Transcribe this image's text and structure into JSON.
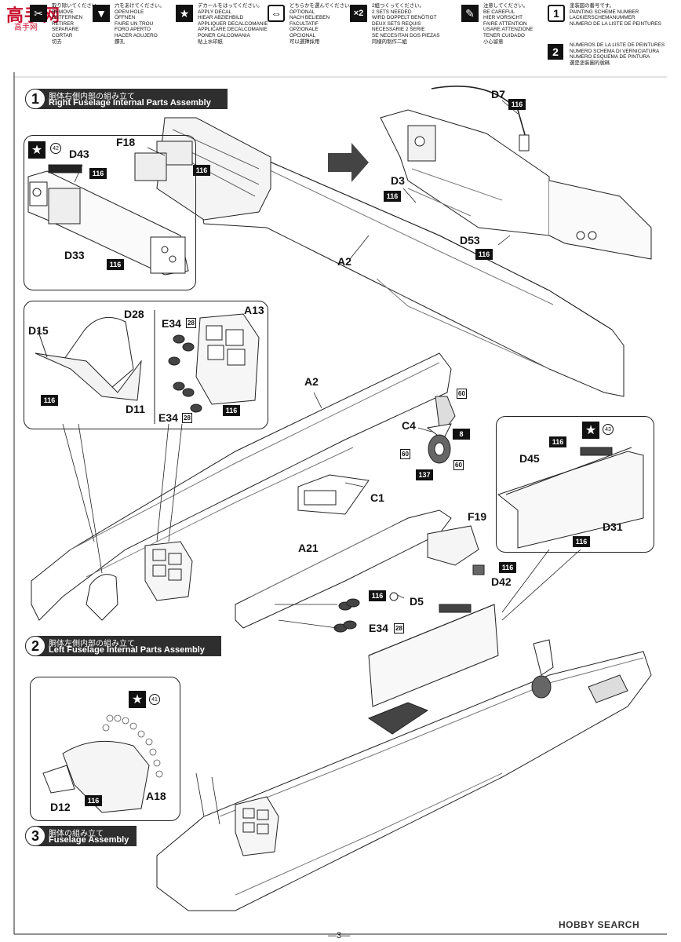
{
  "watermark": {
    "chars": "高手网",
    "sub": "高手网"
  },
  "legend": [
    {
      "icon": "scissors-icon",
      "glyph": "✂",
      "lines": [
        "取り除いてください。",
        "REMOVE",
        "ENTFERNEN",
        "RETIRER",
        "SEPARARE",
        "CORTAR",
        "切去"
      ]
    },
    {
      "icon": "drill-icon",
      "glyph": "▼",
      "lines": [
        "穴をあけてください。",
        "OPEN HOLE",
        "ÖFFNEN",
        "FAIRE UN TROU",
        "FORO APERTO",
        "HACER AGUJERO",
        "鑽孔"
      ]
    },
    {
      "icon": "star-icon",
      "glyph": "★",
      "lines": [
        "デカールをはってください。",
        "APPLY DECAL",
        "HIEAR ABZIEHBILD",
        "APPLIQUER DECALCOMANIE",
        "APPLICARE DECALCOMANIE",
        "PONER CALCOMANIA",
        "貼上水印紙"
      ]
    },
    {
      "icon": "choose-arrows-icon",
      "glyph": "⇔",
      "lines": [
        "どちらかを選んでください。",
        "OPTIONAL",
        "NACH BELIEBEN",
        "FACULTATIF",
        "OPZIONALE",
        "OPCIONAL",
        "可以選擇採用"
      ]
    },
    {
      "icon": "times-two-icon",
      "glyph": "×2",
      "lines": [
        "2組つくってください。",
        "2 SETS NEEDED",
        "WIRD DOPPELT BENÖTIGT",
        "DEUX SETS REQUIS",
        "NECESSARIE 2 SERIE",
        "SE NECESITAN DOS PIEZAS",
        "同樣的制作二組"
      ]
    },
    {
      "icon": "careful-pen-icon",
      "glyph": "✎",
      "lines": [
        "注意してください。",
        "BE CAREFUL",
        "HIER VORSICHT",
        "FAIRE ATTENTION",
        "USARE ATTENZIONE",
        "TENER CUIDADO",
        "小心留意"
      ]
    }
  ],
  "paint_legend": {
    "codes": [
      {
        "num": "1",
        "lines": [
          "塗装図の番号です。",
          "PAINTING SCHEME NUMBER",
          "LACKIERSCHEMANUMMER",
          "NUMERO DE LA LISTE DE PEINTURES"
        ]
      },
      {
        "num": "2",
        "lines": [
          "NUMEROS DE LA LISTE DE PEINTURES",
          "NUMERO SCHEMA DI VERNICIATURA",
          "NUMERO ESQUEMA DE PINTURA",
          "選是塗裝圖的號碼"
        ]
      }
    ]
  },
  "steps": [
    {
      "num": "1",
      "jp": "胴体右側内部の組み立て",
      "en": "Right Fuselage Internal Parts Assembly"
    },
    {
      "num": "2",
      "jp": "胴体左側内部の組み立て",
      "en": "Left Fuselage Internal Parts Assembly"
    },
    {
      "num": "3",
      "jp": "胴体の組み立て",
      "en": "Fuselage Assembly"
    }
  ],
  "parts": {
    "F18": "F18",
    "D43": "D43",
    "D33": "D33",
    "A2": "A2",
    "D7": "D7",
    "D3": "D3",
    "D53": "D53",
    "D28": "D28",
    "D15": "D15",
    "D11": "D11",
    "A13": "A13",
    "E34": "E34",
    "C4": "C4",
    "C1": "C1",
    "D45": "D45",
    "D31": "D31",
    "F19": "F19",
    "A21": "A21",
    "D42": "D42",
    "D5": "D5",
    "D12": "D12",
    "A18": "A18"
  },
  "paint_codes": {
    "p116": "116",
    "p60": "60",
    "p8": "8",
    "p137": "137"
  },
  "decals": {
    "d42": "42",
    "d43": "43",
    "d41": "41",
    "b28": "28"
  },
  "footer": {
    "page": "—3—",
    "brand": "HOBBY SEARCH"
  }
}
